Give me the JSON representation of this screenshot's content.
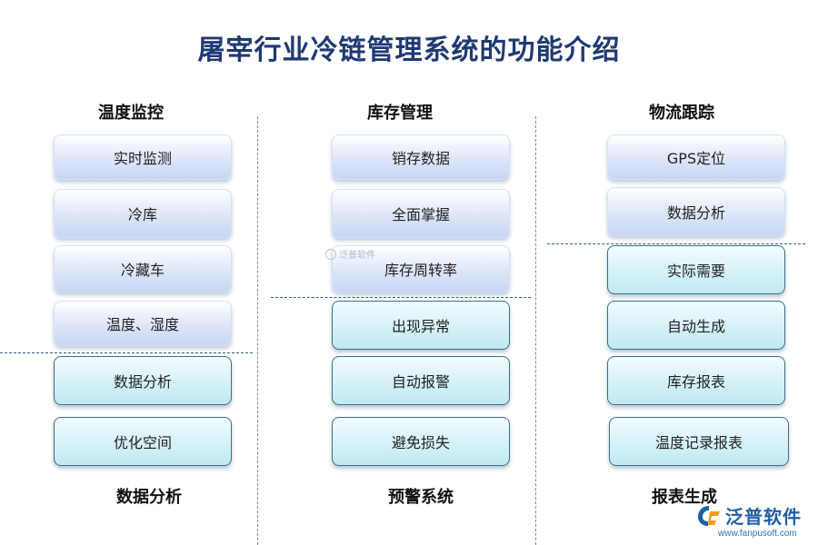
{
  "title": "屠宰行业冷链管理系统的功能介绍",
  "columns": [
    {
      "header": "温度监控",
      "footer": "数据分析",
      "top_items": [
        "实时监测",
        "冷库",
        "冷藏车",
        "温度、湿度"
      ],
      "bottom_items": [
        "数据分析",
        "优化空间"
      ]
    },
    {
      "header": "库存管理",
      "footer": "预警系统",
      "top_items": [
        "销存数据",
        "全面掌握",
        "库存周转率"
      ],
      "bottom_items": [
        "出现异常",
        "自动报警",
        "避免损失"
      ]
    },
    {
      "header": "物流跟踪",
      "footer": "报表生成",
      "top_items": [
        "GPS定位",
        "数据分析"
      ],
      "bottom_items": [
        "实际需要",
        "自动生成",
        "库存报表",
        "温度记录报表"
      ]
    }
  ],
  "watermark": "泛普软件",
  "logo": {
    "name": "泛普软件",
    "url": "www.fanpusoft.com"
  },
  "colors": {
    "title": "#1f3a73",
    "top_box": "#c6d6f4",
    "bottom_box": "#bfe9f4",
    "bottom_box_border": "#3e6f86",
    "logo": "#1f5fa6"
  }
}
